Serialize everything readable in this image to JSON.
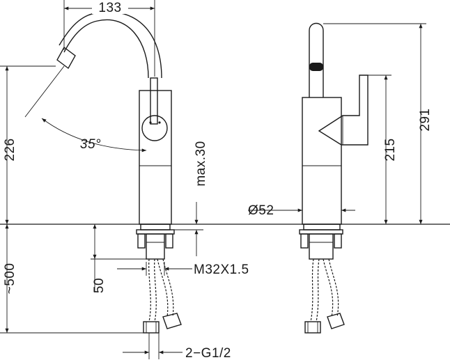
{
  "dimensions": {
    "spout_reach": "133",
    "spout_angle": "35°",
    "height_front": "226",
    "max_deck": "max.30",
    "below_deck": "~500",
    "shank_len": "50",
    "thread": "M32X1.5",
    "hose_conn": "2−G1/2",
    "base_dia": "Ø52",
    "height_side": "215",
    "total_height": "291"
  },
  "colors": {
    "line": "#1a1a1a",
    "background": "#ffffff"
  }
}
